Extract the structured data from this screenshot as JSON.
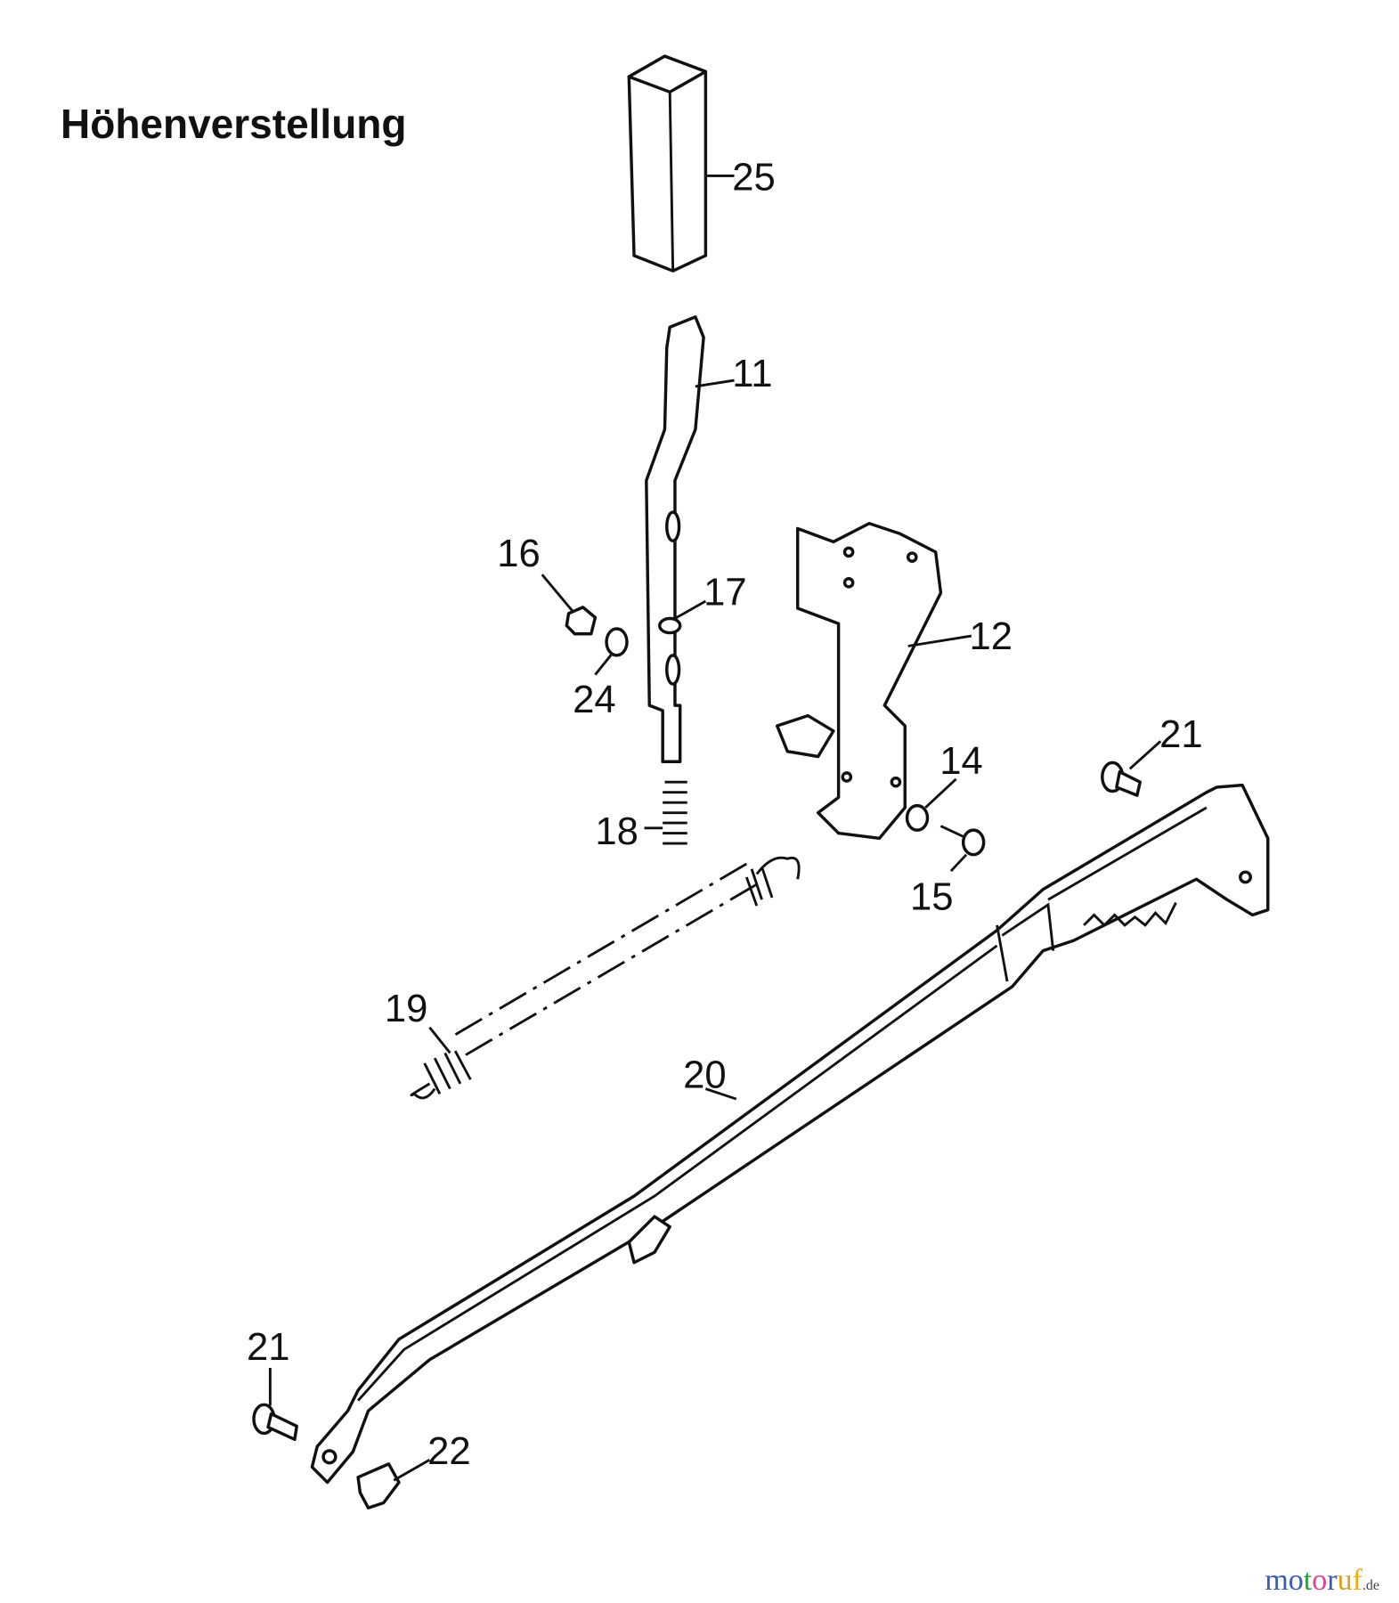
{
  "title": "Höhenverstellung",
  "parts": [
    {
      "id": "25",
      "label": "25"
    },
    {
      "id": "11",
      "label": "11"
    },
    {
      "id": "16",
      "label": "16"
    },
    {
      "id": "17",
      "label": "17"
    },
    {
      "id": "12",
      "label": "12"
    },
    {
      "id": "24",
      "label": "24"
    },
    {
      "id": "14",
      "label": "14"
    },
    {
      "id": "21a",
      "label": "21"
    },
    {
      "id": "18",
      "label": "18"
    },
    {
      "id": "15",
      "label": "15"
    },
    {
      "id": "19",
      "label": "19"
    },
    {
      "id": "20",
      "label": "20"
    },
    {
      "id": "21b",
      "label": "21"
    },
    {
      "id": "22",
      "label": "22"
    }
  ],
  "logo": {
    "main": "motoruf",
    "suffix": ".de",
    "colors": [
      "#3b5bb5",
      "#3b5bb5",
      "#2e9e3a",
      "#e0409a",
      "#3b5bb5",
      "#e0a020",
      "#e8b010"
    ]
  }
}
